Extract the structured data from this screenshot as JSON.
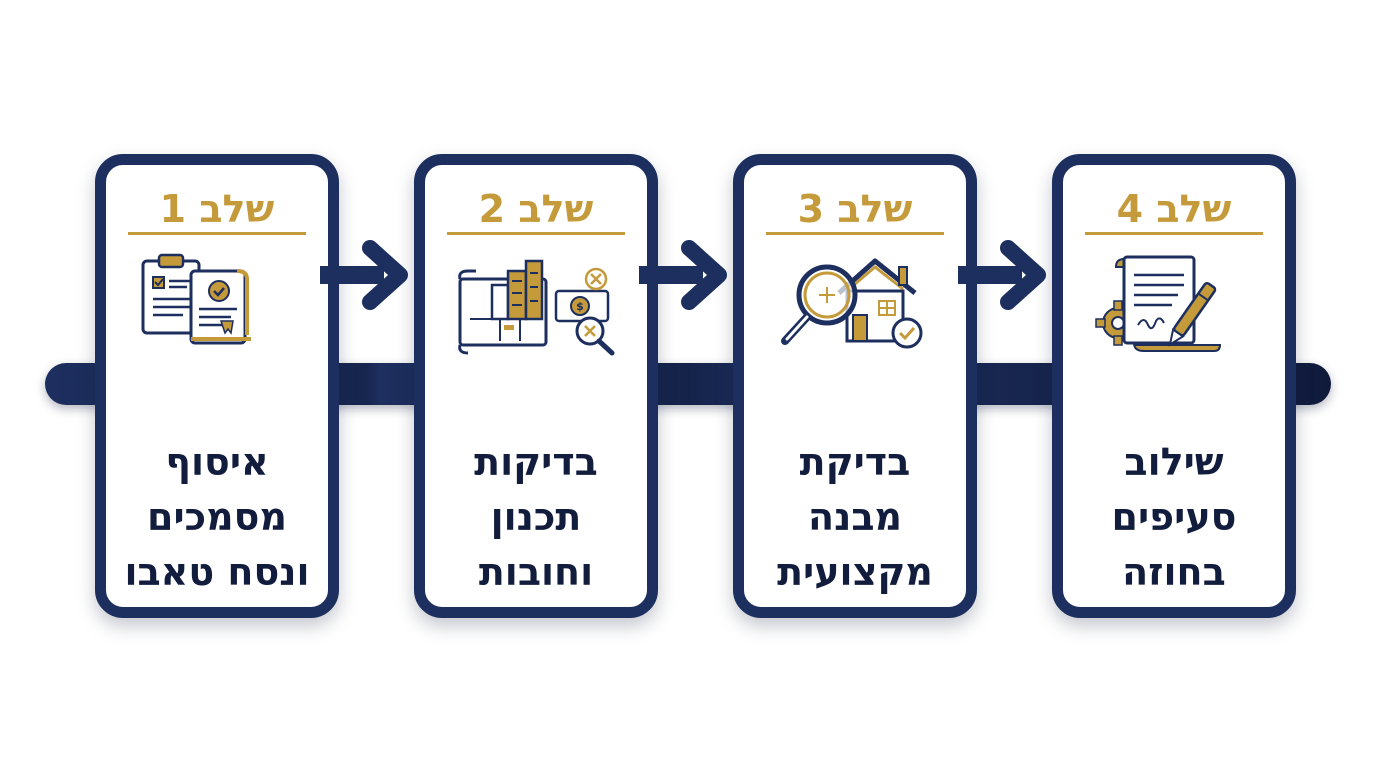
{
  "steps": [
    {
      "title": "שלב 1",
      "lines": [
        "איסוף",
        "מסמכים",
        "ונסח טאבו"
      ],
      "icon": "documents-icon"
    },
    {
      "title": "שלב 2",
      "lines": [
        "בדיקות",
        "תכנון",
        "וחובות"
      ],
      "icon": "planning-debts-icon"
    },
    {
      "title": "שלב 3",
      "lines": [
        "בדיקת",
        "מבנה",
        "מקצועית"
      ],
      "icon": "house-inspection-icon"
    },
    {
      "title": "שלב 4",
      "lines": [
        "שילוב",
        "סעיפים",
        "בחוזה"
      ],
      "icon": "contract-signing-icon"
    }
  ],
  "colors": {
    "navy": "#1d2f5e",
    "gold": "#c49a3b",
    "text": "#121c3d"
  }
}
